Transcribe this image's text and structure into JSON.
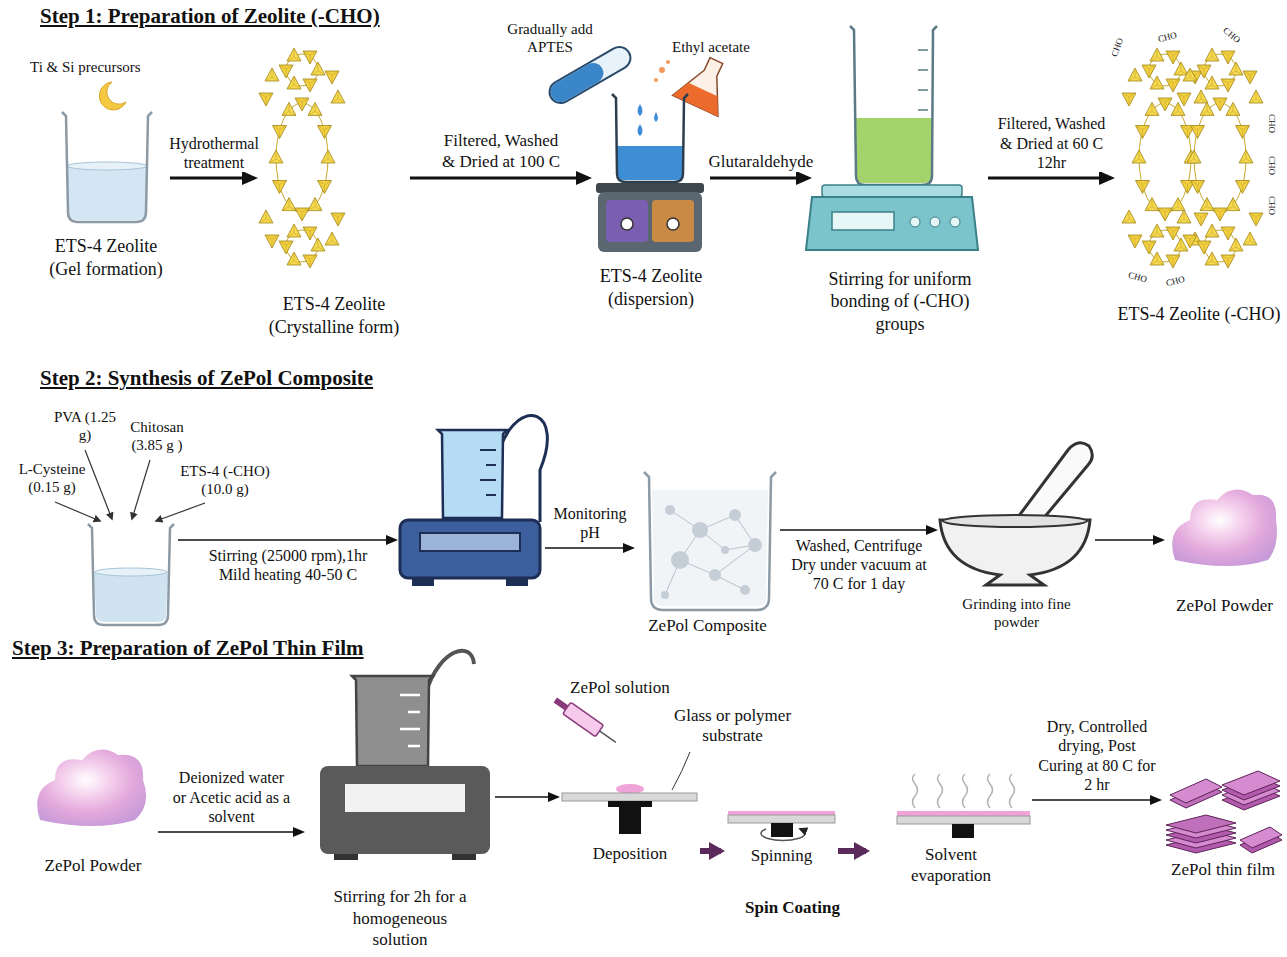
{
  "diagram": {
    "nodes": [
      {
        "text": [
          "ETS-4 Zeolite (Gel formation)"
        ]
      },
      {
        "text": [
          "ETS-4 Zeolite (Crystalline form)"
        ]
      },
      {
        "text": [
          "ETS-4 Zeolite (dispersion)"
        ]
      },
      {
        "text": [
          "Stirring for uniform bonding of (-CHO) groups"
        ]
      },
      {
        "text": [
          "ETS-4 Zeolite (-CHO)"
        ]
      },
      {
        "text": []
      },
      {
        "text": []
      },
      {
        "text": [
          "ZePol Composite"
        ]
      },
      {
        "text": [
          "Grinding into fine powder"
        ]
      },
      {
        "text": [
          "ZePol Powder"
        ]
      },
      {
        "text": [
          "ZePol Powder"
        ]
      },
      {
        "text": [
          "Stirring for 2h for a homogeneous solution"
        ]
      },
      {
        "text": [
          "Deposition"
        ]
      },
      {
        "text": [
          "Spinning"
        ]
      },
      {
        "text": [
          "Solvent evaporation"
        ]
      },
      {
        "text": [
          "ZePol thin film"
        ]
      }
    ],
    "edges": [
      {
        "from": 0,
        "to": 1,
        "label": "Hydrothermal treatment",
        "arrow": "to"
      },
      {
        "from": 1,
        "to": 2,
        "label": "Filtered, Washed & Dried at 100 C",
        "arrow": "to"
      },
      {
        "from": 2,
        "to": 3,
        "label": "Glutaraldehyde",
        "arrow": "to"
      },
      {
        "from": 3,
        "to": 4,
        "label": "Filtered, Washed & Dried at 60 C 12hr",
        "arrow": "to"
      },
      {
        "from": 5,
        "to": 6,
        "label": "Stirring (25000 rpm),1hr Mild heating 40-50 C",
        "arrow": "to"
      },
      {
        "from": 6,
        "to": 7,
        "label": "Monitoring pH",
        "arrow": "to"
      },
      {
        "from": 7,
        "to": 8,
        "label": "Washed, Centrifuge Dry under vacuum at 70 C for 1 day",
        "arrow": "to"
      },
      {
        "from": 8,
        "to": 9,
        "arrow": "to"
      },
      {
        "from": 10,
        "to": 11,
        "label": "Deionized water or Acetic acid as a solvent",
        "arrow": "to"
      },
      {
        "from": 11,
        "to": 12,
        "arrow": "to"
      },
      {
        "from": 12,
        "to": 13,
        "arrow": "to"
      },
      {
        "from": 13,
        "to": 14,
        "arrow": "to"
      },
      {
        "from": 14,
        "to": 15,
        "label": "Dry, Controlled drying, Post Curing at 80 C for 2 hr",
        "arrow": "to"
      }
    ],
    "labels": [
      "Step 1: Preparation of Zeolite (-CHO)",
      "Ti & Si precursors",
      "Gradually add APTES",
      "Ethyl acetate",
      "CHO",
      "CHO",
      "CHO",
      "CHO",
      "CHO",
      "CHO",
      "CHO",
      "CHO",
      "Step 2: Synthesis of ZePol Composite",
      "PVA (1.25 g)",
      "Chitosan (3.85 g )",
      "L-Cysteine (0.15 g)",
      "ETS-4 (-CHO) (10.0 g)",
      "Step 3: Preparation of ZePol Thin Film",
      "ZePol solution",
      "Glass or polymer substrate",
      "Spin Coating"
    ]
  }
}
